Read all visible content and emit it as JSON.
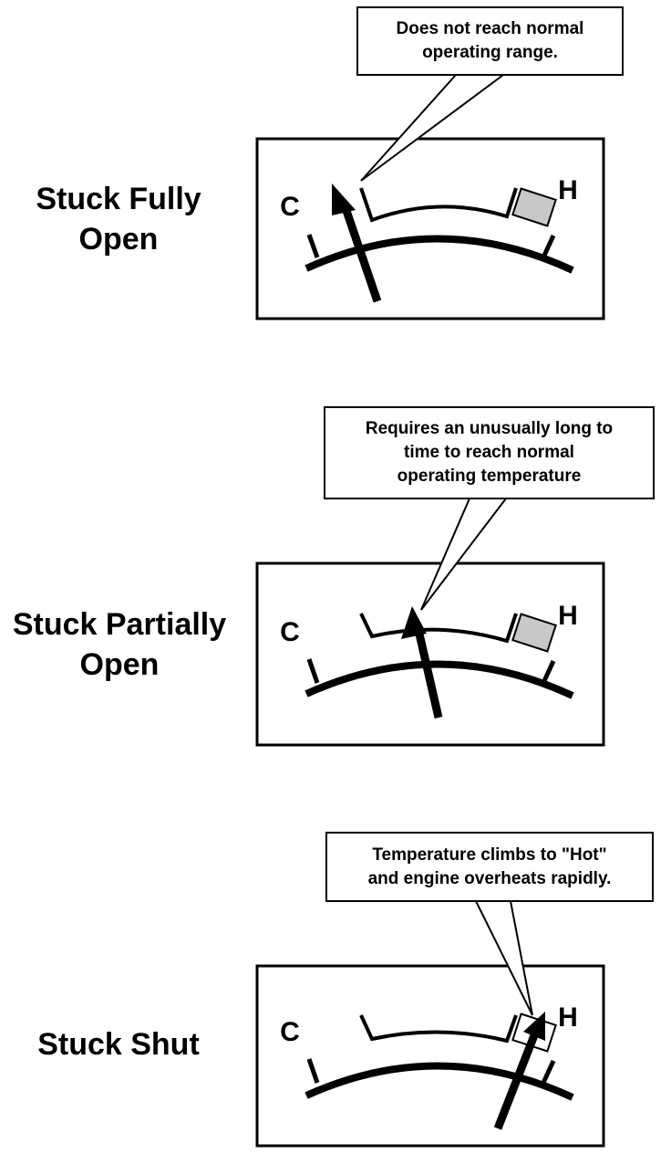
{
  "states": [
    {
      "label_lines": [
        "Stuck Fully",
        "Open"
      ],
      "callout_lines": [
        "Does not reach normal",
        "operating range."
      ]
    },
    {
      "label_lines": [
        "Stuck Partially",
        "Open"
      ],
      "callout_lines": [
        "Requires an unusually long to",
        "time to reach normal",
        "operating temperature"
      ]
    },
    {
      "label_lines": [
        "Stuck Shut"
      ],
      "callout_lines": [
        "Temperature climbs to \"Hot\"",
        "and engine overheats rapidly."
      ]
    }
  ],
  "gauge": {
    "cold_letter": "C",
    "hot_letter": "H"
  },
  "colors": {
    "line": "#000000",
    "hot_zone_fill": "#c8c8c8"
  }
}
